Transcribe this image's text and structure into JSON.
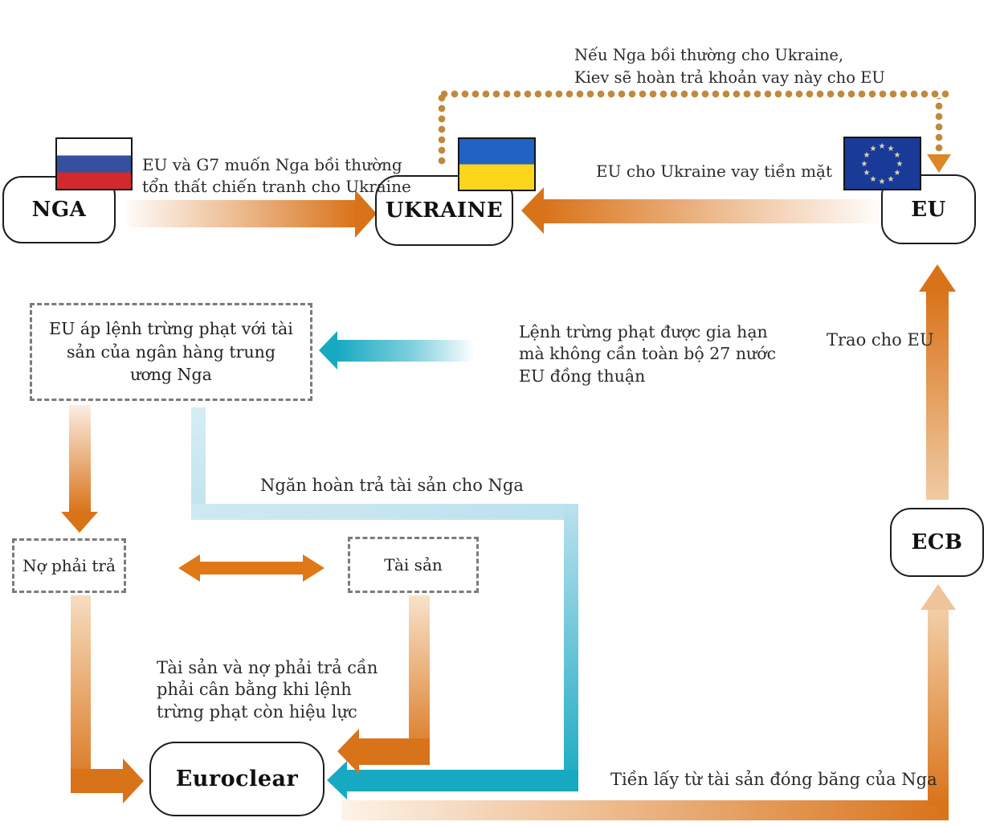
{
  "nodes": {
    "russia": {
      "label": "NGA"
    },
    "ukraine": {
      "label": "UKRAINE"
    },
    "eu": {
      "label": "EU"
    },
    "ecb": {
      "label": "ECB"
    },
    "euroclear": {
      "label": "Euroclear"
    }
  },
  "dashed_boxes": {
    "sanctions": {
      "text": "EU áp lệnh trừng phạt với tài sản của ngân hàng trung ương Nga"
    },
    "liabilities": {
      "label": "Nợ phải trả"
    },
    "assets": {
      "label": "Tài sản"
    }
  },
  "annotations": {
    "loan_repay": {
      "lines": [
        "Nếu Nga bồi thường cho Ukraine,",
        "Kiev sẽ hoàn trả khoản vay này cho EU"
      ]
    },
    "war_comp": {
      "lines": [
        "EU và G7 muốn Nga bồi thường",
        "tổn thất chiến tranh cho Ukraine"
      ]
    },
    "eu_loan": {
      "text": "EU cho Ukraine vay tiền mặt"
    },
    "sanction_renew": {
      "lines": [
        "Lệnh trừng phạt được gia hạn",
        "mà không cần toàn bộ 27 nước",
        "EU đồng thuận"
      ]
    },
    "give_eu": {
      "text": "Trao cho EU"
    },
    "block_return": {
      "text": "Ngăn hoàn trả tài sản cho Nga"
    },
    "balance": {
      "lines": [
        "Tài sản và nợ phải trả cần",
        "phải cân bằng khi lệnh",
        "trừng phạt còn hiệu lực"
      ]
    },
    "frozen_money": {
      "text": "Tiền lấy từ tài sản đóng băng của Nga"
    }
  },
  "icons": {
    "russia_flag": "russia-flag",
    "ukraine_flag": "ukraine-flag",
    "eu_flag": "eu-flag"
  },
  "colors": {
    "arrow_orange": "#d9731a",
    "arrow_orange_solid": "#e07818",
    "arrow_teal": "#17a9c2",
    "path_pale_blue": "#c2e4ef",
    "dotted_orange": "#c2883c",
    "flag_ru_blue": "#34509e",
    "flag_ru_red": "#d3292c",
    "flag_ua_blue": "#2163c4",
    "flag_ua_yellow": "#fdd51c",
    "flag_eu_blue": "#1a3a98"
  }
}
